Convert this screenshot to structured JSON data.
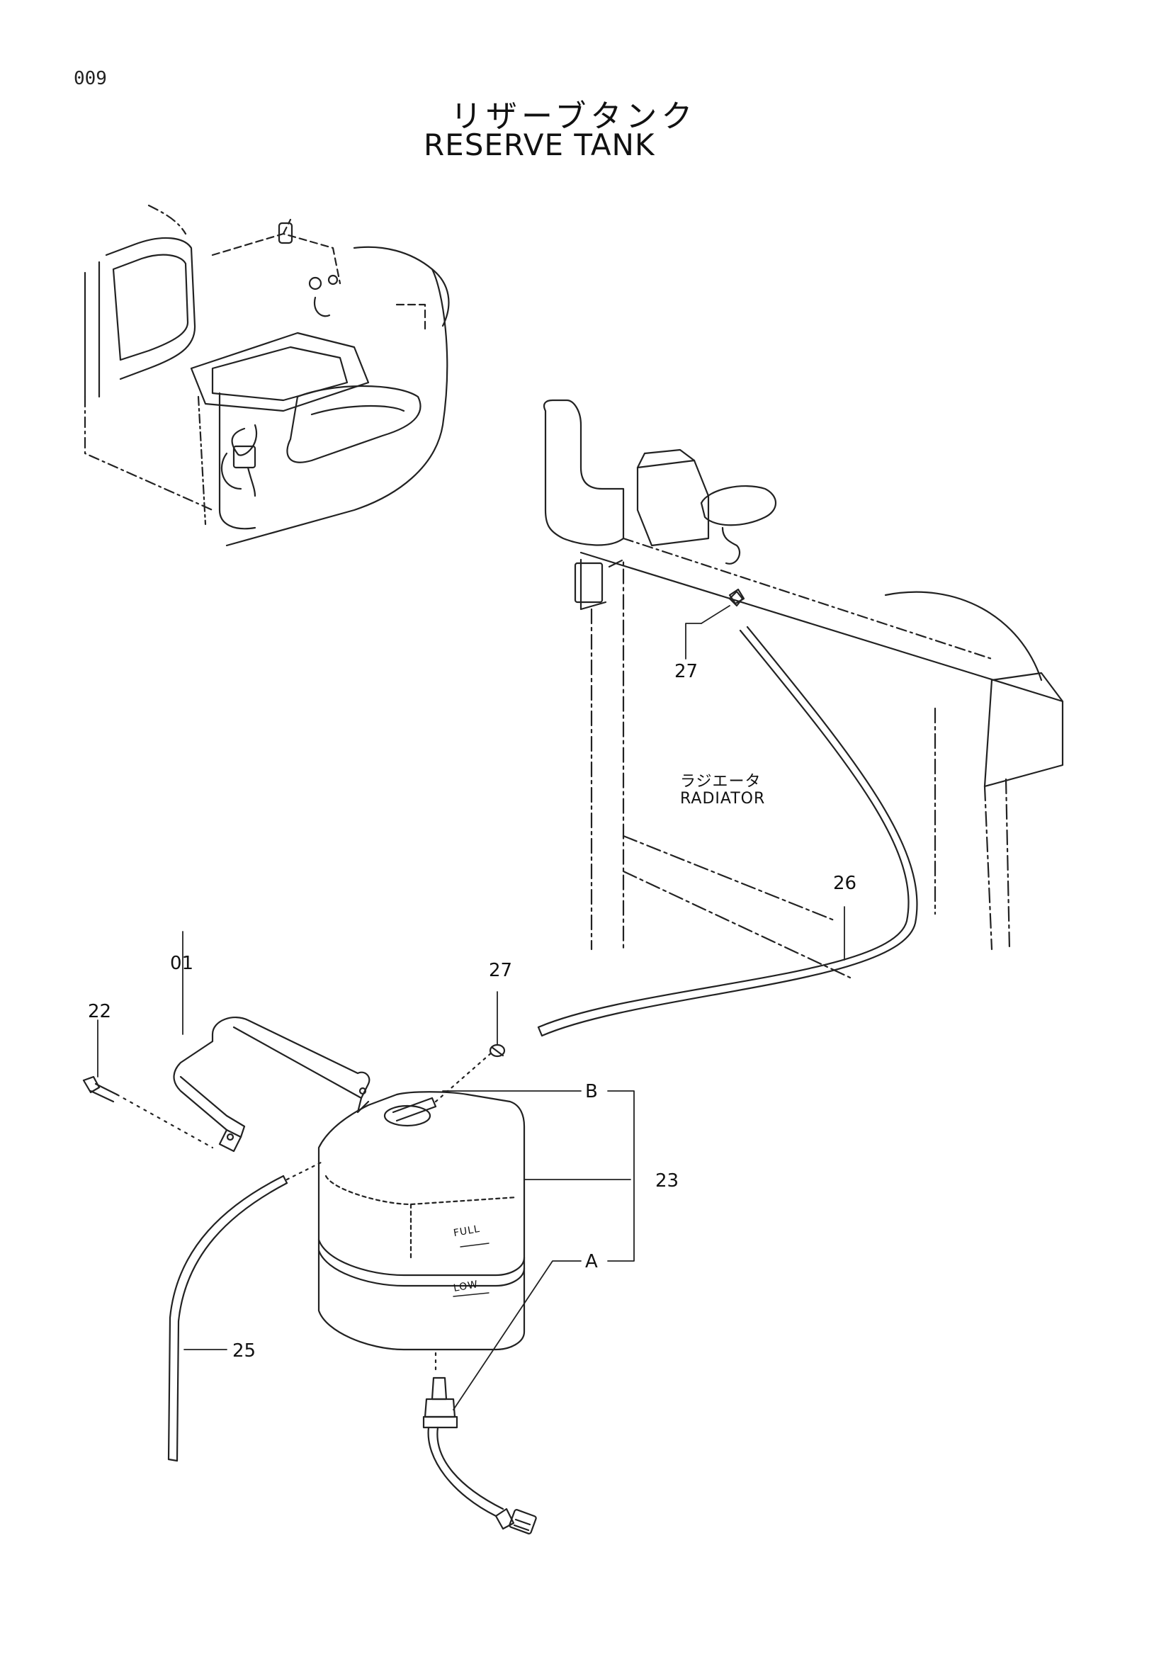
{
  "header": {
    "page_number": "009",
    "title_jp": "リザーブタンク",
    "title_en": "RESERVE TANK"
  },
  "labels": {
    "radiator_jp": "ラジエータ",
    "radiator_en": "RADIATOR",
    "p01": "01",
    "p22": "22",
    "p23": "23",
    "p25": "25",
    "p26": "26",
    "p27_top": "27",
    "p27_mid": "27",
    "A": "A",
    "B": "B",
    "tank_full": "FULL",
    "tank_low": "LOW"
  }
}
